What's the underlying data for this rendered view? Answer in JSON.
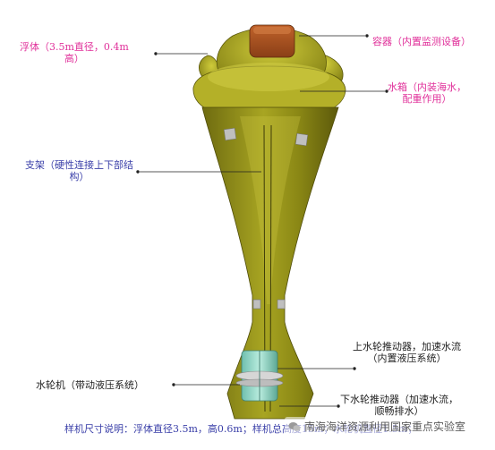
{
  "labels": {
    "float": "浮体（3.5m直径，0.4m\n高）",
    "container": "容器（内置监测设备）",
    "water_tank": "水箱（内装海水，\n配重作用）",
    "support": "支架（硬性连接上下部结\n构）",
    "upper_thruster": "上水轮推动器，加速水流\n（内置液压系统）",
    "turbine": "水轮机（带动液压系统）",
    "lower_thruster": "下水轮推动器（加速水流，\n顺畅排水）"
  },
  "caption": "样机尺寸说明：浮体直径3.5m，高0.6m；样机总高度15m；水轮机直径1.5m；",
  "watermark": "南海海洋资源利用国家重点实验室",
  "colors": {
    "olive": "#8f8c15",
    "olive_dark": "#5f5c0c",
    "olive_light": "#b8b430",
    "container": "#a8501f",
    "turbine": "#8fd6c4",
    "pink_text": "#e0309a",
    "blue_text": "#3a3fa8"
  }
}
